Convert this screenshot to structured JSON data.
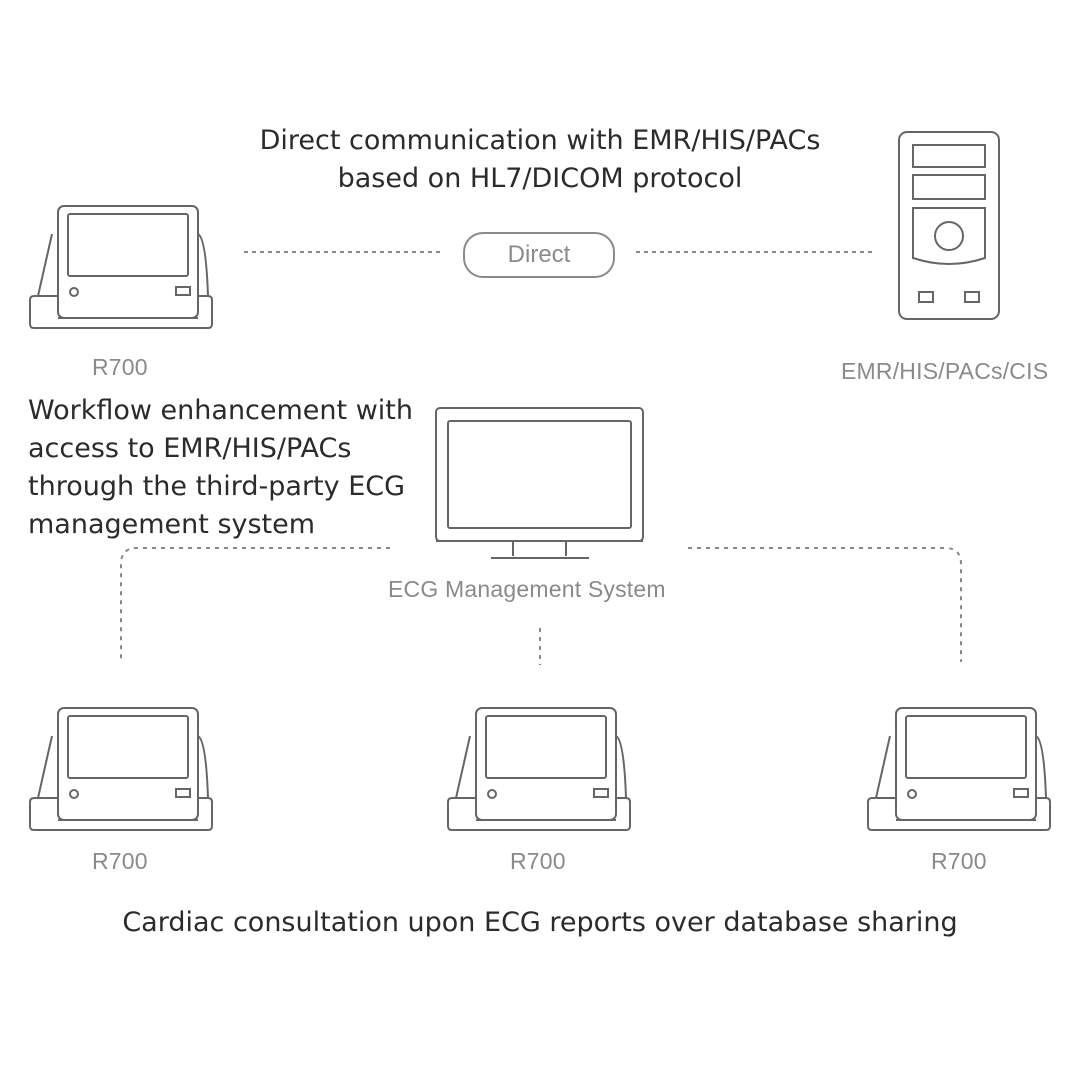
{
  "captions": {
    "direct": [
      "Direct communication with EMR/HIS/PACs",
      "based on HL7/DICOM protocol"
    ],
    "workflow": [
      "Workflow enhancement with",
      "access to EMR/HIS/PACs",
      "through the third-party ECG",
      "management system"
    ],
    "sharing": "Cardiac consultation upon ECG reports over database sharing"
  },
  "labels": {
    "device_top": "R700",
    "server": "EMR/HIS/PACs/CIS",
    "ecg_system": "ECG Management System",
    "device_bottom_left": "R700",
    "device_bottom_center": "R700",
    "device_bottom_right": "R700"
  },
  "connection": {
    "direct_label": "Direct"
  },
  "colors": {
    "stroke": "#666666",
    "label": "#8a8a8a",
    "text": "#2b2b2b"
  }
}
